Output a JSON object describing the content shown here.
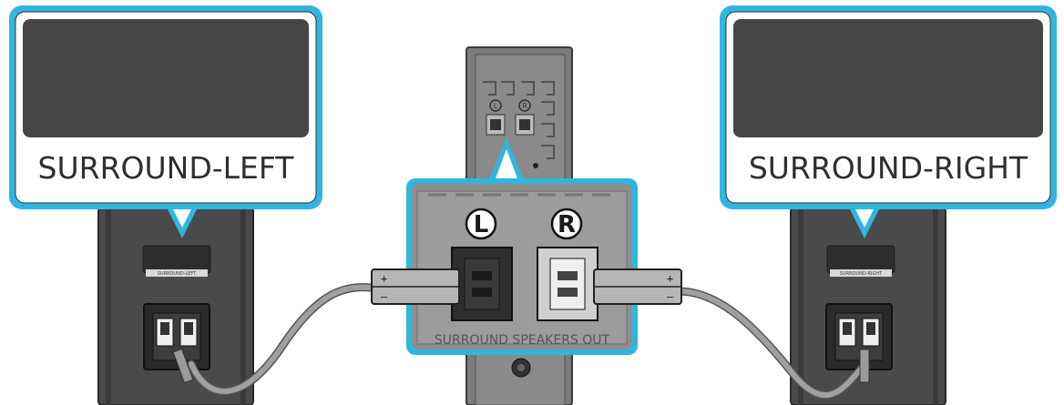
{
  "callouts": {
    "left_label": "SURROUND-LEFT",
    "right_label": "SURROUND-RIGHT"
  },
  "speakers": {
    "left_tag": "SURROUND-LEFT",
    "right_tag": "SURROUND-RIGHT"
  },
  "panel": {
    "jack_left": "L",
    "jack_right": "R",
    "caption": "SURROUND SPEAKERS OUT"
  },
  "connectors": {
    "plus": "+",
    "minus": "–"
  },
  "colors": {
    "highlight": "#2fb6e0",
    "speaker_body": "#4a4a4a",
    "callout_screen": "#464646",
    "cable": "#9a9a9a"
  }
}
